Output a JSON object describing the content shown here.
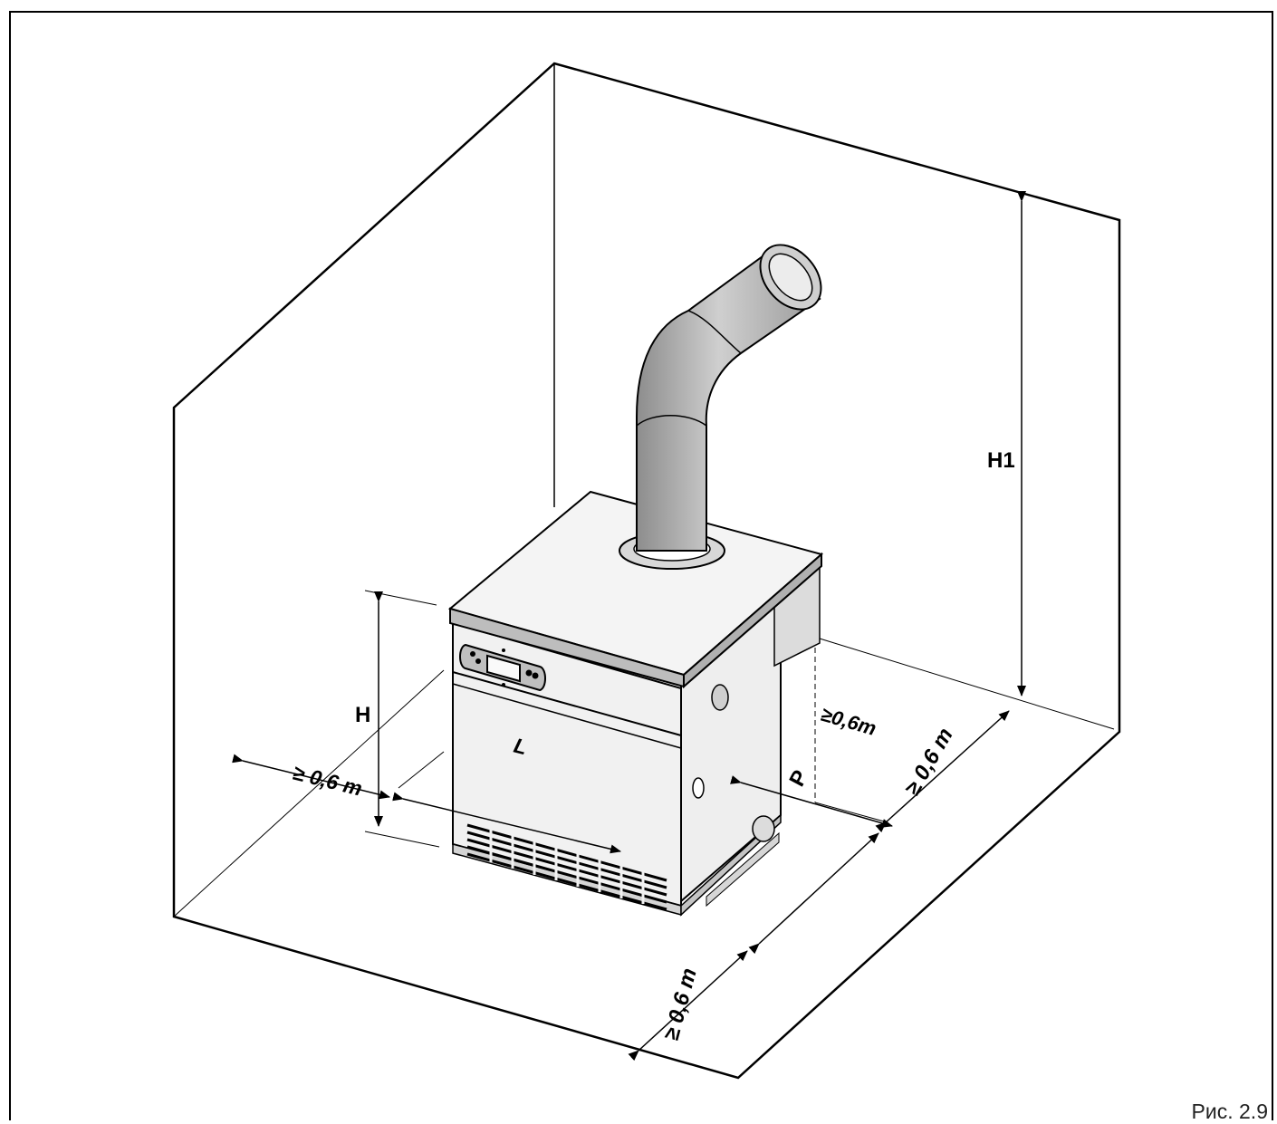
{
  "figure": {
    "caption": "Рис. 2.9",
    "dimensions": {
      "H": "H",
      "H1": "H1",
      "L": "L",
      "P": "P"
    },
    "clearances": {
      "left": "≥ 0,6 m",
      "front": "≥ 0,6 m",
      "right": "≥0,6m",
      "rear": "≥ 0,6 m"
    }
  }
}
